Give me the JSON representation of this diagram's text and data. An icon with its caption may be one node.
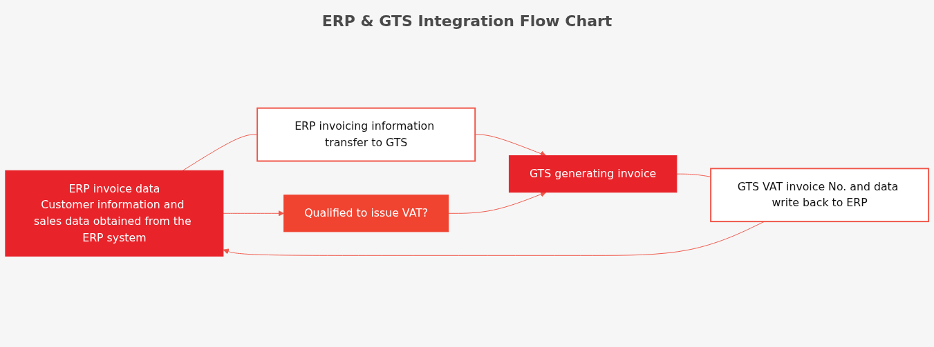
{
  "diagram": {
    "title": "ERP & GTS Integration Flow Chart",
    "nodes": [
      {
        "text": [
          "ERP invoice data",
          "Customer information and sales data obtained from the ERP system"
        ]
      },
      {
        "text": [
          "ERP invoicing information transfer to GTS"
        ]
      },
      {
        "text": [
          "Qualified to issue VAT?"
        ]
      },
      {
        "text": [
          "GTS generating invoice"
        ]
      },
      {
        "text": [
          "GTS VAT invoice No. and data write back to ERP"
        ]
      }
    ],
    "edges": [
      {
        "from": 0,
        "to": 1,
        "arrow": "none"
      },
      {
        "from": 1,
        "to": 3,
        "arrow": "to"
      },
      {
        "from": 0,
        "to": 2,
        "arrow": "to"
      },
      {
        "from": 2,
        "to": 3,
        "arrow": "to"
      },
      {
        "from": 3,
        "to": 4,
        "arrow": "none"
      },
      {
        "from": 4,
        "to": 0,
        "arrow": "to"
      }
    ]
  }
}
